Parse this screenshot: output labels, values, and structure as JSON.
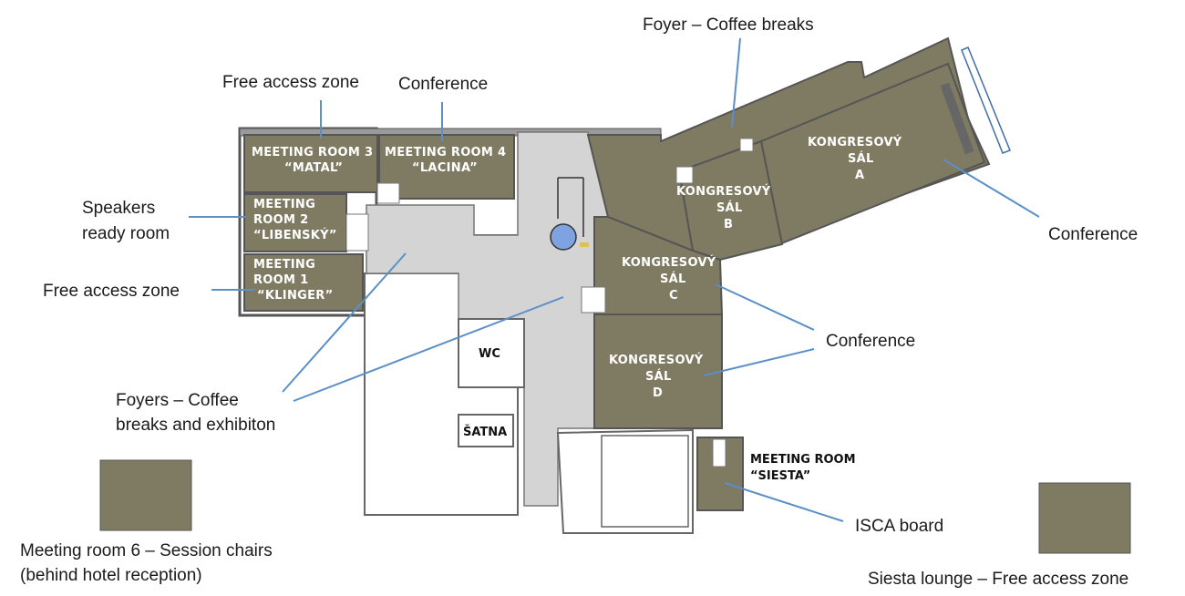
{
  "callouts": {
    "free_access_top": "Free access zone",
    "conference_top": "Conference",
    "foyer_coffee": "Foyer – Coffee breaks",
    "speakers_1": "Speakers",
    "speakers_2": "ready room",
    "free_access_left": "Free access zone",
    "conference_right": "Conference",
    "conference_mid": "Conference",
    "foyers_1": "Foyers – Coffee",
    "foyers_2": "breaks and exhibiton",
    "isca_board": "ISCA board"
  },
  "rooms": {
    "mr3_1": "MEETING ROOM 3",
    "mr3_2": "“MATAL”",
    "mr4_1": "MEETING ROOM 4",
    "mr4_2": "“LACINA”",
    "mr2_1": "MEETING",
    "mr2_2": "ROOM 2",
    "mr2_3": "“LIBENSKÝ”",
    "mr1_1": "MEETING",
    "mr1_2": "ROOM 1",
    "mr1_3": "“KLINGER”",
    "ka_1": "KONGRESOVÝ",
    "ka_2": "SÁL",
    "ka_3": "A",
    "kb_1": "KONGRESOVÝ",
    "kb_2": "SÁL",
    "kb_3": "B",
    "kc_1": "KONGRESOVÝ",
    "kc_2": "SÁL",
    "kc_3": "C",
    "kd_1": "KONGRESOVÝ",
    "kd_2": "SÁL",
    "kd_3": "D",
    "wc": "WC",
    "satna": "ŠATNA",
    "siesta_1": "MEETING ROOM",
    "siesta_2": "“SIESTA”"
  },
  "legend": {
    "mr6_1": "Meeting room 6 – Session chairs",
    "mr6_2": "(behind hotel reception)",
    "siesta_lounge": "Siesta lounge – Free access zone"
  },
  "colors": {
    "room_fill": "#7f7a62",
    "foyer_fill": "#d4d4d4",
    "wall": "#555555",
    "arrow": "#5b8fc7",
    "column": "#7ea3e0"
  }
}
